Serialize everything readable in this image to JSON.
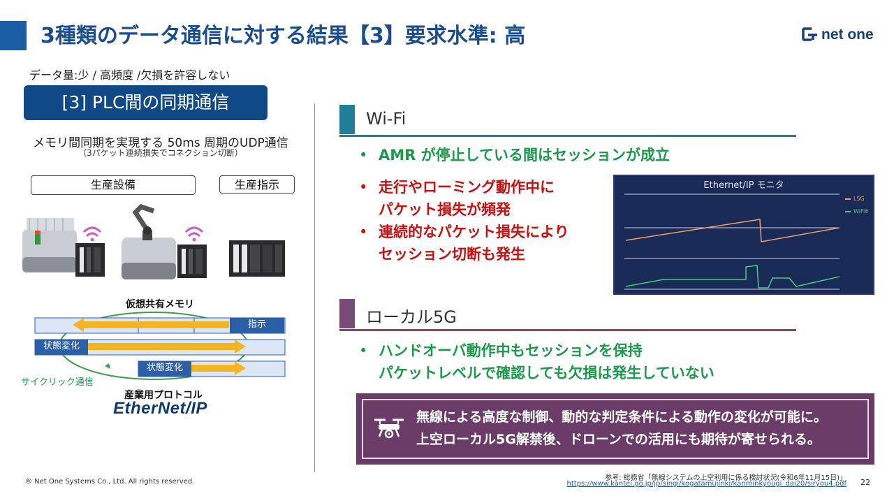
{
  "header": {
    "title": "3種類のデータ通信に対する結果【3】要求水準: 高",
    "logo_text": "net one"
  },
  "left": {
    "subtitle": "データ量:少 / 高頻度 /欠損を許容しない",
    "plc_title": "[3] PLC間の同期通信",
    "desc_line1": "メモリ間同期を実現する 50ms 周期のUDP通信",
    "desc_line2": "（3パケット連続損失でコネクション切断）",
    "box_production_equipment": "生産設備",
    "box_production_instruction": "生産指示",
    "virtual_memory_label": "仮想共有メモリ",
    "tag_instruction": "指示",
    "tag_state_change_1": "状態変化",
    "tag_state_change_2": "状態変化",
    "cyclic_label": "サイクリック通信",
    "protocol_label": "産業用プロトコル",
    "ethernet_ip": "EtherNet/IP"
  },
  "wifi": {
    "heading": "Wi-Fi",
    "bullet1": "AMR が停止している間はセッションが成立",
    "bullet2_line1": "走行やローミング動作中に",
    "bullet2_line2": "パケット損失が頻発",
    "bullet3_line1": "連続的なパケット損失により",
    "bullet3_line2": "セッション切断も発生",
    "monitor_title": "Ethernet/IP モニタ",
    "legend_5g": "L5G",
    "legend_wifi": "WiFi6"
  },
  "local5g": {
    "heading": "ローカル5G",
    "bullet1_line1": "ハンドオーバ動作中もセッションを保持",
    "bullet1_line2": "パケットレベルで確認しても欠損は発生していない"
  },
  "callout": {
    "line1": "無線による高度な制御、動的な判定条件による動作の変化が可能に。",
    "line2": "上空ローカル5G解禁後、ドローンでの活用にも期待が寄せられる。"
  },
  "footer": {
    "copyright": "® Net One Systems Co., Ltd. All rights reserved.",
    "reference": "参考: 総務省「無線システムの上空利用に係る検討状況(令和6年11月15日)」",
    "reference_url": "https://www.kantei.go.jp/jp/singi/kogatamujinki/kanminkyougi_dai20/siryou4.pdf",
    "page_number": "22"
  },
  "colors": {
    "title_blue": "#1a4d8f",
    "plc_box": "#0f4a86",
    "wifi_accent": "#1f7f9a",
    "local5g_accent": "#7a4a76",
    "green_text": "#1a9a4a",
    "red_text": "#cc0e0e",
    "callout_bg": "#6b3c67"
  },
  "icons": [
    "net-one-logo-icon",
    "amr-robot-icon",
    "robot-arm-amr-icon",
    "wireless-signal-icon",
    "plc-controller-icon",
    "drone-icon"
  ]
}
